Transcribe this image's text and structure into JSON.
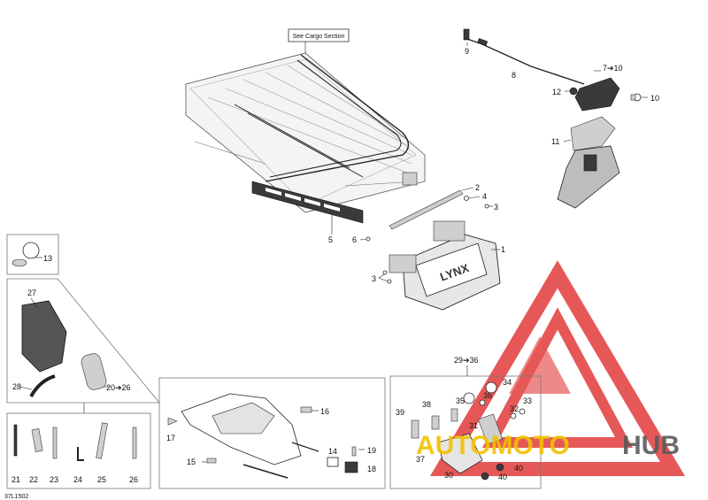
{
  "cargo_note": "See Cargo Section",
  "figure_code": "37L1502",
  "watermark": {
    "brand_word_1": "AUTOMOTO",
    "brand_word_2": "HUB",
    "color_red": "#e23b3b",
    "color_yellow": "#f2c200",
    "color_grey": "#5a5a5a"
  },
  "bumper_logo": "LYNX",
  "callouts": {
    "c1": "1",
    "c2": "2",
    "c3a": "3",
    "c3b": "3",
    "c4": "4",
    "c5": "5",
    "c6": "6",
    "c7_10": "7➔10",
    "c8": "8",
    "c9": "9",
    "c10": "10",
    "c11": "11",
    "c12": "12",
    "c13": "13",
    "c14": "14",
    "c15": "15",
    "c16": "16",
    "c17": "17",
    "c18": "18",
    "c19": "19",
    "c20_26": "20➔26",
    "c21": "21",
    "c22": "22",
    "c23": "23",
    "c24": "24",
    "c25": "25",
    "c26": "26",
    "c27": "27",
    "c28": "28",
    "c29_36": "29➔36",
    "c30": "30",
    "c31": "31",
    "c32": "32",
    "c33": "33",
    "c34": "34",
    "c35": "35",
    "c36": "36",
    "c37": "37",
    "c38": "38",
    "c39": "39",
    "c40a": "40",
    "c40b": "40"
  }
}
